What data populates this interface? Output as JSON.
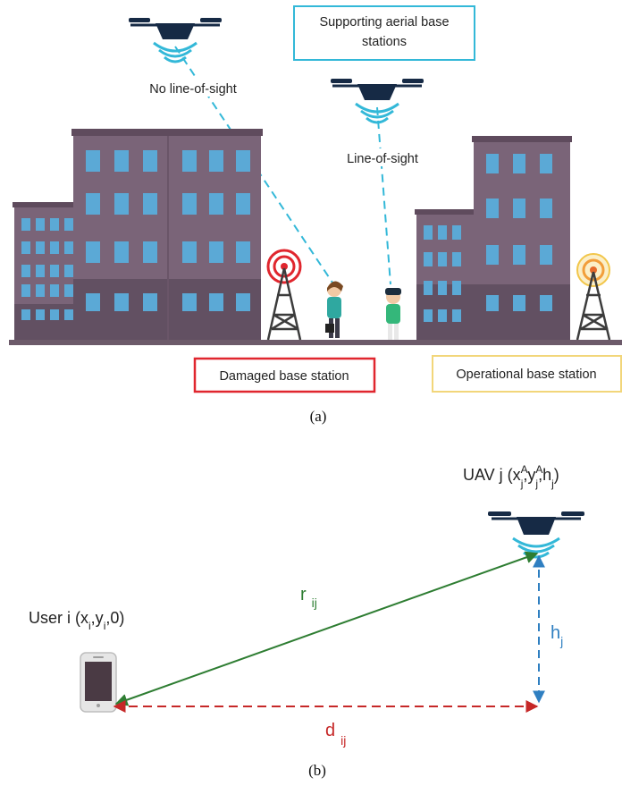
{
  "panel_a": {
    "caption": "(a)",
    "labels": {
      "supporting_1": "Supporting aerial base",
      "supporting_2": "stations",
      "no_los": "No line-of-sight",
      "los": "Line-of-sight",
      "damaged": "Damaged base station",
      "operational": "Operational base station"
    },
    "colors": {
      "supporting_box": "#33b8d8",
      "damaged_box": "#e0262e",
      "operational_box": "#f2d67a",
      "signal_link": "#33b8d8",
      "building": "#7a6478",
      "window": "#5ba9d6",
      "ground": "#6c5a6a",
      "drone": "#162a45"
    }
  },
  "panel_b": {
    "caption": "(b)",
    "uav": {
      "prefix": "UAV j (x",
      "sup_a1": "A",
      "sub_j1": "j",
      "mid1": ",y",
      "sup_a2": "A",
      "sub_j2": "j",
      "mid2": ",h",
      "sub_j3": "j",
      "suffix": ")"
    },
    "user": {
      "prefix": "User i (x",
      "sub_i1": "i",
      "mid": ",y",
      "sub_i2": "i",
      "suffix": ",0)"
    },
    "r": {
      "main": "r",
      "sub": "ij"
    },
    "h": {
      "main": "h",
      "sub": "j"
    },
    "d": {
      "main": "d",
      "sub": "ij"
    },
    "colors": {
      "r_line": "#2e7d32",
      "h_line": "#2f7fc1",
      "d_line": "#c62828",
      "phone": "#4a3a44"
    }
  }
}
